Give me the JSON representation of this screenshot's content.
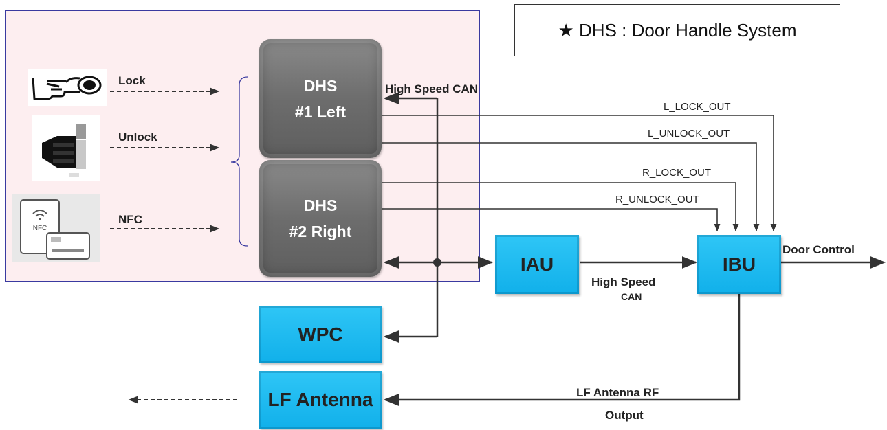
{
  "legend": {
    "text": "★ DHS : Door Handle System"
  },
  "inputs": [
    {
      "label": "Lock",
      "icon": "finger-press-icon"
    },
    {
      "label": "Unlock",
      "icon": "hand-grip-icon"
    },
    {
      "label": "NFC",
      "icon": "nfc-card-icon",
      "icon_text": "NFC"
    }
  ],
  "blocks": {
    "dhs1": {
      "line1": "DHS",
      "line2": "#1 Left"
    },
    "dhs2": {
      "line1": "DHS",
      "line2": "#2 Right"
    },
    "iau": "IAU",
    "ibu": "IBU",
    "wpc": "WPC",
    "lf_antenna": "LF Antenna"
  },
  "bus_labels": {
    "top_can": "High Speed CAN",
    "mid_can_line1": "High Speed",
    "mid_can_line2": "CAN",
    "lf_rf_line1": "LF Antenna RF",
    "lf_rf_line2": "Output",
    "door_control": "Door Control"
  },
  "signals": [
    "L_LOCK_OUT",
    "L_UNLOCK_OUT",
    "R_LOCK_OUT",
    "R_UNLOCK_OUT"
  ],
  "colors": {
    "region_bg": "#fdeef0",
    "region_border": "#3a3aa0",
    "dhs_gray": "#6e6e6e",
    "ecu_cyan": "#19b8ef",
    "line": "#333333"
  }
}
